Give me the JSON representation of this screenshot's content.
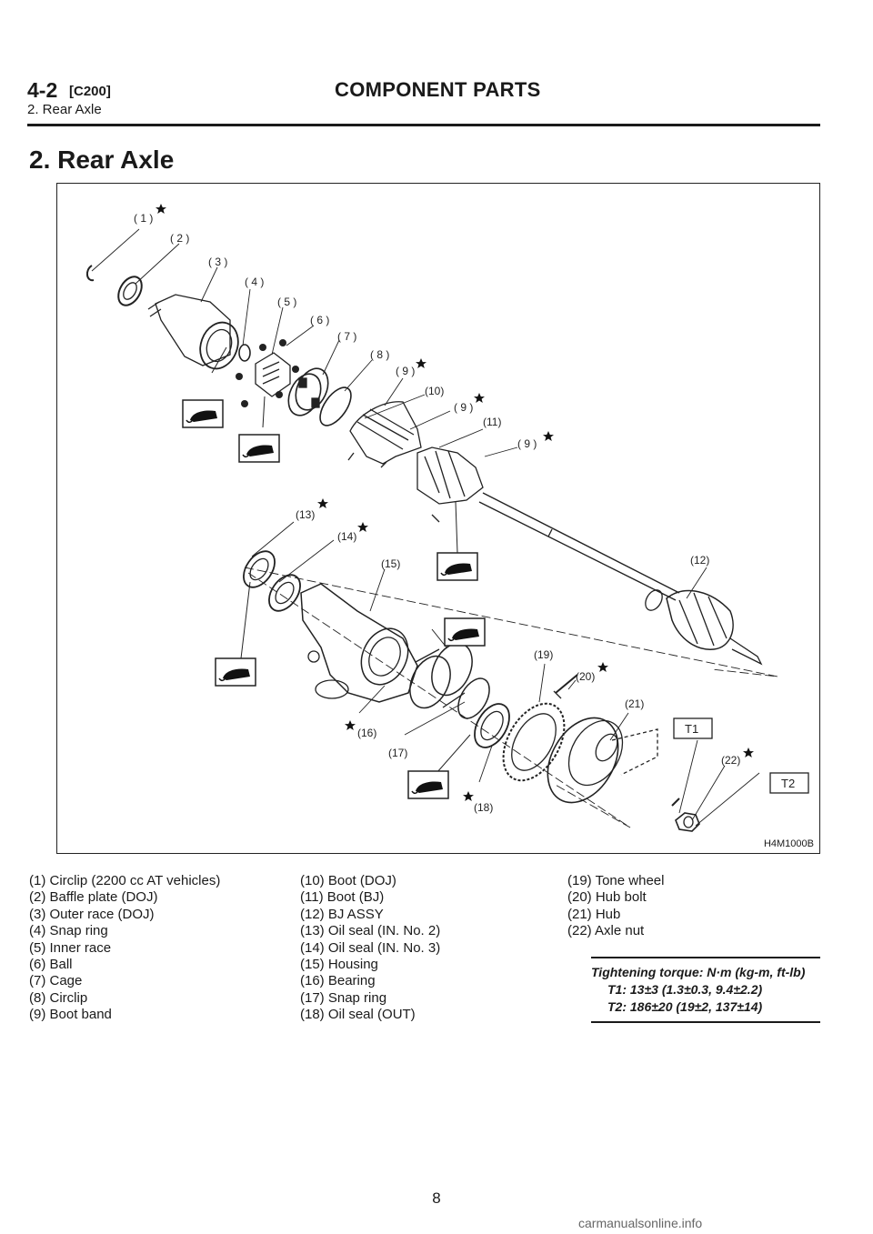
{
  "header": {
    "section_number": "4-2",
    "section_code": "[C200]",
    "section_title": "COMPONENT PARTS",
    "subsection": "2. Rear Axle"
  },
  "page_heading": "2. Rear Axle",
  "diagram": {
    "figure_id": "H4M1000B",
    "callouts": [
      "(1)",
      "(2)",
      "(3)",
      "(4)",
      "(5)",
      "(6)",
      "(7)",
      "(8)",
      "(9)",
      "(10)",
      "(9)",
      "(11)",
      "(9)",
      "(13)",
      "(14)",
      "(15)",
      "(12)",
      "(19)",
      "(20)",
      "(21)",
      "(16)",
      "(17)",
      "(18)",
      "(22)"
    ],
    "torque_tags": [
      "T1",
      "T2"
    ],
    "icon": "grease-gun-icon"
  },
  "legend": {
    "col1": [
      "(1) Circlip (2200 cc AT vehicles)",
      "(2) Baffle plate (DOJ)",
      "(3) Outer race (DOJ)",
      "(4) Snap ring",
      "(5) Inner race",
      "(6) Ball",
      "(7) Cage",
      "(8) Circlip",
      "(9) Boot band"
    ],
    "col2": [
      "(10) Boot (DOJ)",
      "(11) Boot (BJ)",
      "(12) BJ ASSY",
      "(13) Oil seal (IN. No. 2)",
      "(14) Oil seal (IN. No. 3)",
      "(15) Housing",
      "(16) Bearing",
      "(17) Snap ring",
      "(18) Oil seal (OUT)"
    ],
    "col3": [
      "(19) Tone wheel",
      "(20) Hub bolt",
      "(21) Hub",
      "(22) Axle nut"
    ]
  },
  "torque": {
    "title": "Tightening torque: N·m (kg-m, ft-lb)",
    "t1": "T1: 13±3 (1.3±0.3, 9.4±2.2)",
    "t2": "T2: 186±20 (19±2, 137±14)"
  },
  "page_number": "8",
  "watermark": "carmanualsonline.info"
}
